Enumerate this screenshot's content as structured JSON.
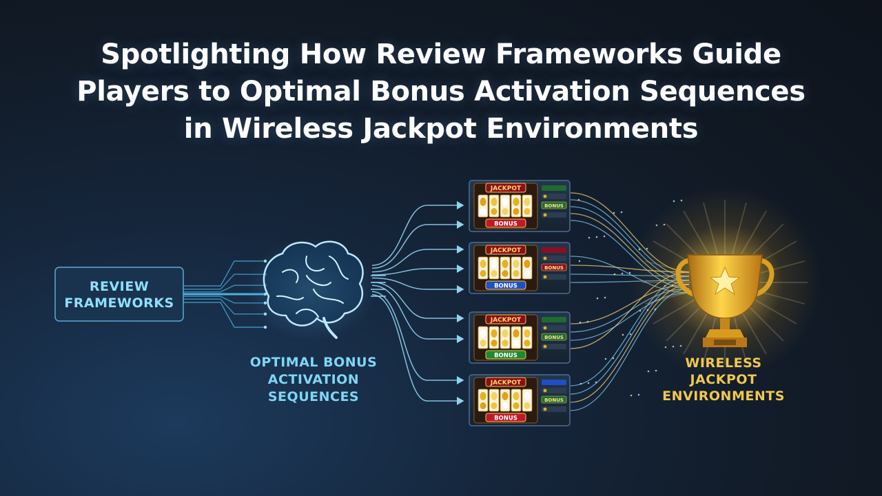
{
  "title": {
    "lines": [
      "Spotlighting How Review Frameworks Guide",
      "Players to Optimal Bonus Activation Sequences",
      "in Wireless Jackpot Environments"
    ]
  },
  "review_box": {
    "lines": [
      "REVIEW",
      "FRAMEWORKS"
    ]
  },
  "brain_caption": {
    "lines": [
      "OPTIMAL BONUS",
      "ACTIVATION",
      "SEQUENCES"
    ]
  },
  "trophy_caption": {
    "lines": [
      "WIRELESS",
      "JACKPOT",
      "ENVIRONMENTS"
    ]
  },
  "slot_panels": [
    {
      "top_sign": "JACKPOT",
      "bottom_sign": "BONUS",
      "bottom_color": "#c0182a",
      "side_button": "BONUS"
    },
    {
      "top_sign": "JACKPOT",
      "bottom_sign": "BONUS",
      "bottom_color": "#1f4fc4",
      "side_button": "BONUS"
    },
    {
      "top_sign": "JACKPOT",
      "bottom_sign": "BONUS",
      "bottom_color": "#1f8a2f",
      "side_button": "BONUS"
    },
    {
      "top_sign": "JACKPOT",
      "bottom_sign": "BONUS",
      "bottom_color": "#c0182a",
      "side_button": "BONUS"
    }
  ],
  "colors": {
    "accent_cyan": "#7fd6f5",
    "accent_gold": "#f2c84b",
    "panel_bg": "#1b2a3c",
    "panel_border": "#4e6d8f"
  }
}
